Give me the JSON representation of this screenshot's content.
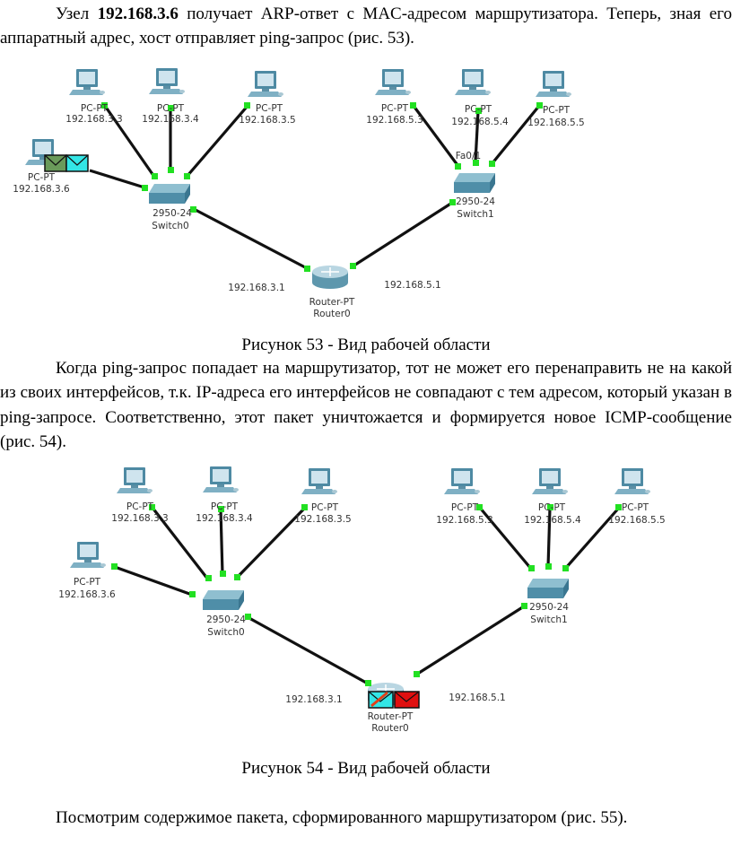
{
  "paragraph1": {
    "prefix": "Узел ",
    "bold": "192.168.3.6",
    "rest": " получает ARP-ответ с MAC-адресом маршрутизатора. Теперь, зная его аппаратный адрес, хост отправляет ping-запрос (рис. 53)."
  },
  "caption53": "Рисунок 53 - Вид рабочей области",
  "paragraph2": "Когда ping-запрос попадает на маршрутизатор, тот не может его перенаправить не на какой из своих интерфейсов, т.к. IP-адреса его интерфейсов не совпадают с тем адресом, который указан в ping-запросе. Соответственно, этот пакет уничтожается и формируется новое ICMP-сообщение (рис. 54).",
  "caption54": "Рисунок 54 - Вид рабочей области",
  "paragraph3": "Посмотрим содержимое пакета, сформированного маршрутизатором (рис. 55).",
  "diagram": {
    "pc_type": "PC-PT",
    "switch_model": "2950-24",
    "switch0": "Switch0",
    "switch1": "Switch1",
    "router_type": "Router-PT",
    "router_name": "Router0",
    "port_label": "Fa0/1",
    "pcs": [
      "192.168.3.3",
      "192.168.3.4",
      "192.168.3.5",
      "192.168.3.6",
      "192.168.5.3",
      "192.168.5.4",
      "192.168.5.5"
    ],
    "router_if_left": "192.168.3.1",
    "router_if_right": "192.168.5.1",
    "colors": {
      "link": "#111111",
      "port": "#22e022",
      "envelope_green": "#6a9a5a",
      "envelope_cyan": "#33e6e6",
      "envelope_red": "#e01010"
    }
  }
}
